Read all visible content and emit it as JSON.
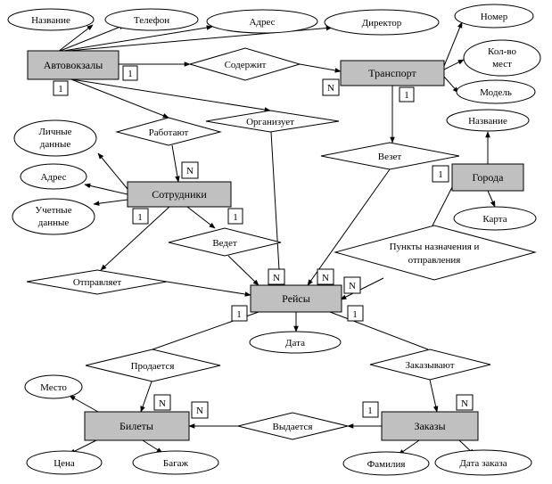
{
  "entities": {
    "avtovokzaly": "Автовокзалы",
    "transport": "Транспорт",
    "sotrudniki": "Сотрудники",
    "goroda": "Города",
    "reisy": "Рейсы",
    "bilety": "Билеты",
    "zakazy": "Заказы"
  },
  "relationships": {
    "soderzhit": "Содержит",
    "rabotayut": "Работают",
    "organizuet": "Организует",
    "vezet": "Везет",
    "vedet": "Ведет",
    "otpravlyaet": "Отправляет",
    "punkty_line1": "Пункты назначения и",
    "punkty_line2": "отправления",
    "prodaetsya": "Продается",
    "zakazyvayut": "Заказывают",
    "vydaetsya": "Выдается"
  },
  "attributes": {
    "nazvanie_vokzal": "Название",
    "telefon": "Телефон",
    "adres_vokzal": "Адрес",
    "direktor": "Директор",
    "nomer": "Номер",
    "kolvo_line1": "Кол-во",
    "kolvo_line2": "мест",
    "model": "Модель",
    "nazvanie_gorod": "Название",
    "karta": "Карта",
    "lichnye_line1": "Личные",
    "lichnye_line2": "данные",
    "adres_sotr": "Адрес",
    "uchetnye_line1": "Учетные",
    "uchetnye_line2": "данные",
    "data": "Дата",
    "mesto": "Место",
    "cena": "Цена",
    "bagazh": "Багаж",
    "familiya": "Фамилия",
    "data_zakaza": "Дата заказа"
  },
  "cardinalities": {
    "vokzal_soderzhit": "1",
    "vokzal_rabotayut": "1",
    "transport_soderzhit": "N",
    "transport_vezet": "1",
    "sotrudniki_rabotayut": "N",
    "sotrudniki_otpravlyaet": "1",
    "sotrudniki_vedet": "1",
    "goroda_punkty": "1",
    "reisy_top_left": "N",
    "reisy_top_mid": "N",
    "reisy_top_right": "N",
    "reisy_bottom_left": "1",
    "reisy_bottom_right": "1",
    "bilety_prodaetsya": "N",
    "bilety_vydaetsya": "N",
    "zakazy_vydaetsya": "1",
    "zakazy_zakazyvayut": "N"
  }
}
